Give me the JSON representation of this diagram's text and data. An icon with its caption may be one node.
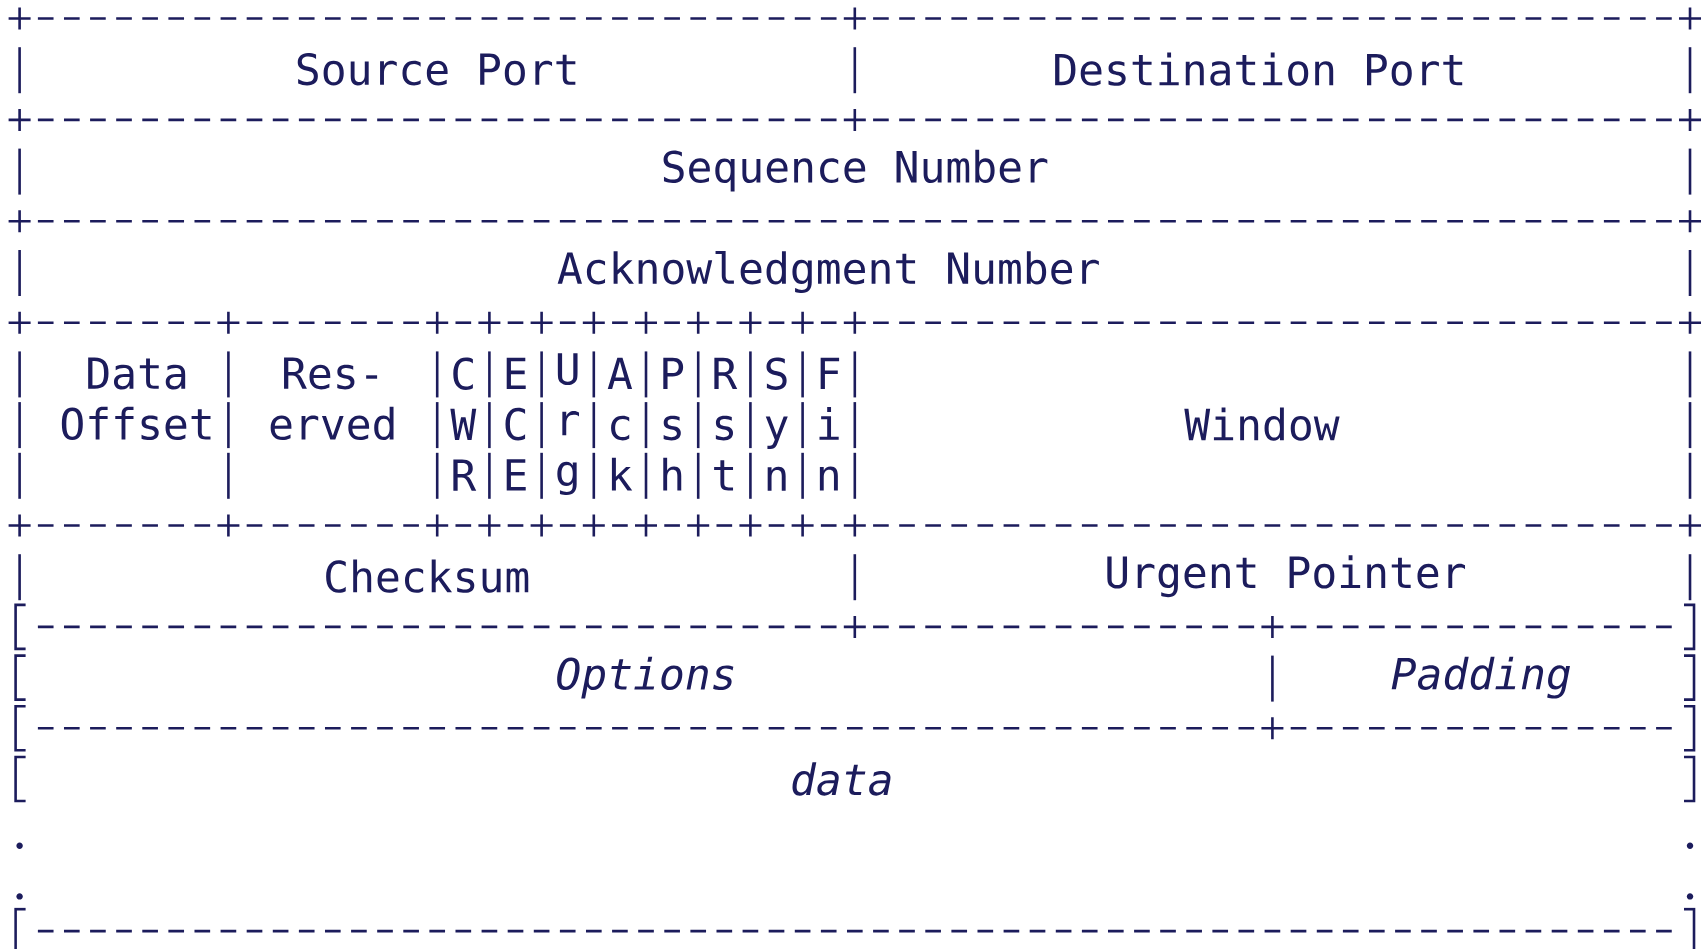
{
  "diagram": {
    "nodes": [
      {
        "text": [
          "Source Port"
        ]
      },
      {
        "text": [
          "Destination Port"
        ]
      },
      {
        "text": [
          "Sequence Number"
        ]
      },
      {
        "text": [
          "Acknowledgment Number"
        ]
      },
      {
        "text": [
          "Data Offset"
        ]
      },
      {
        "text": [
          "Res- erved"
        ]
      },
      {
        "text": [
          "C",
          "W",
          "R"
        ]
      },
      {
        "text": [
          "E",
          "C",
          "E"
        ]
      },
      {
        "text": [
          "U",
          "r",
          "g"
        ]
      },
      {
        "text": [
          "A",
          "c",
          "k"
        ]
      },
      {
        "text": [
          "P",
          "s",
          "h"
        ]
      },
      {
        "text": [
          "R",
          "s",
          "t"
        ]
      },
      {
        "text": [
          "S",
          "y",
          "n"
        ]
      },
      {
        "text": [
          "F",
          "i",
          "n"
        ]
      },
      {
        "text": [
          "Window"
        ]
      },
      {
        "text": [
          "Checksum"
        ]
      },
      {
        "text": [
          "Urgent Pointer"
        ]
      },
      {
        "text": [
          "Options"
        ]
      },
      {
        "text": [
          "Padding"
        ]
      },
      {
        "text": [
          "data"
        ]
      }
    ]
  }
}
